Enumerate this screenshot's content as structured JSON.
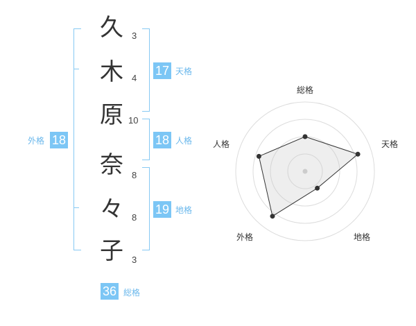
{
  "name": {
    "characters": [
      {
        "char": "久",
        "strokes": "3"
      },
      {
        "char": "木",
        "strokes": "4"
      },
      {
        "char": "原",
        "strokes": "10"
      },
      {
        "char": "奈",
        "strokes": "8"
      },
      {
        "char": "々",
        "strokes": "8"
      },
      {
        "char": "子",
        "strokes": "3"
      }
    ]
  },
  "fortune": {
    "tenkaku": {
      "value": "17",
      "label": "天格"
    },
    "jinkaku": {
      "value": "18",
      "label": "人格"
    },
    "chikaku": {
      "value": "19",
      "label": "地格"
    },
    "gaikaku": {
      "value": "18",
      "label": "外格"
    },
    "soukaku": {
      "value": "36",
      "label": "総格"
    }
  },
  "colors": {
    "accent": "#7cc6f5",
    "bracket": "#86c9f3",
    "label": "#6bb8ec"
  },
  "chart_data": {
    "type": "radar",
    "axes": [
      "総格",
      "天格",
      "地格",
      "外格",
      "人格"
    ],
    "values": [
      2.5,
      4,
      1.5,
      4,
      3.5
    ],
    "range": [
      0,
      5
    ],
    "rings": 4
  }
}
